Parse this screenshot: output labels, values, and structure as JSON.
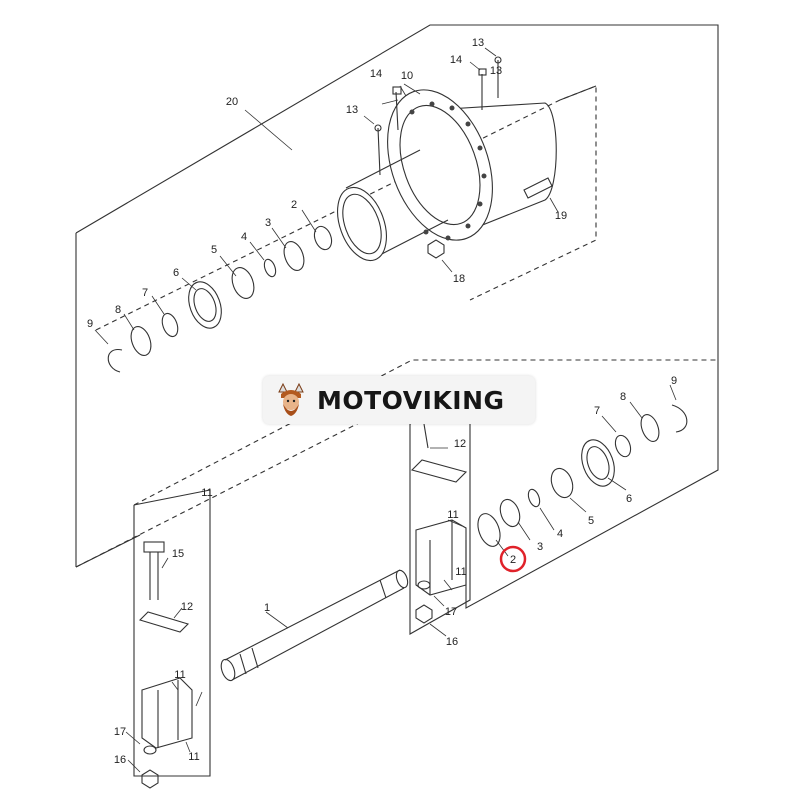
{
  "brand": {
    "name": "MOTOVIKING"
  },
  "callouts": [
    {
      "label": "20"
    },
    {
      "label": "13"
    },
    {
      "label": "14"
    },
    {
      "label": "10"
    },
    {
      "label": "14"
    },
    {
      "label": "13"
    },
    {
      "label": "13"
    },
    {
      "label": "19"
    },
    {
      "label": "18"
    },
    {
      "label": "2"
    },
    {
      "label": "3"
    },
    {
      "label": "4"
    },
    {
      "label": "5"
    },
    {
      "label": "6"
    },
    {
      "label": "7"
    },
    {
      "label": "8"
    },
    {
      "label": "9"
    },
    {
      "label": "9"
    },
    {
      "label": "8"
    },
    {
      "label": "7"
    },
    {
      "label": "12"
    },
    {
      "label": "6"
    },
    {
      "label": "5"
    },
    {
      "label": "4"
    },
    {
      "label": "3"
    },
    {
      "label": "11"
    },
    {
      "label": "2"
    },
    {
      "label": "11"
    },
    {
      "label": "17"
    },
    {
      "label": "16"
    },
    {
      "label": "11"
    },
    {
      "label": "15"
    },
    {
      "label": "12"
    },
    {
      "label": "1"
    },
    {
      "label": "11"
    },
    {
      "label": "17"
    },
    {
      "label": "11"
    },
    {
      "label": "16"
    }
  ],
  "highlight": {
    "label": "2",
    "color": "#e0222a"
  }
}
